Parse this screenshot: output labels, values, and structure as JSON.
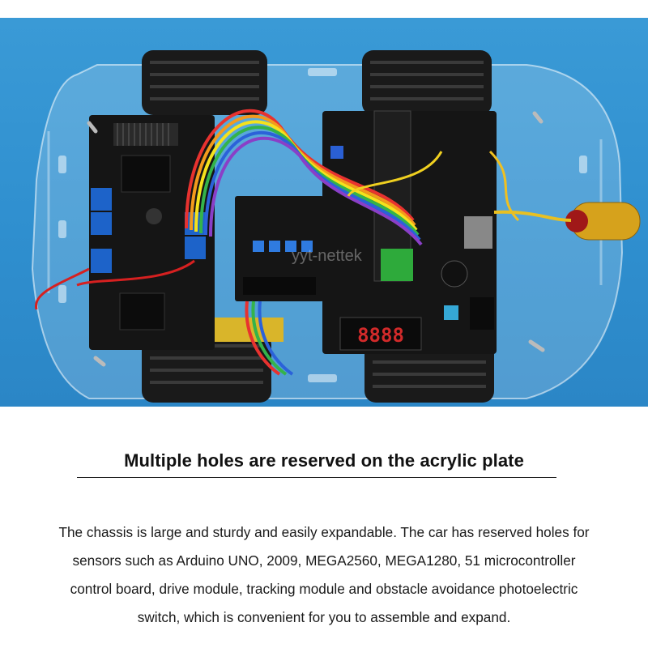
{
  "product_photo": {
    "icons": [
      "robot-car-chassis",
      "wheel",
      "motor-driver-board",
      "microcontroller-board",
      "ribbon-cable",
      "photoelectric-sensor",
      "segment-display"
    ],
    "display_digits": "8888",
    "watermark": "yyt-nettek"
  },
  "headline": "Multiple holes are reserved on the acrylic plate",
  "description_lines": [
    "The chassis is large and sturdy and easily expandable. The car has reserved holes for",
    "sensors such as Arduino UNO, 2009, MEGA2560, MEGA1280, 51 microcontroller",
    "control board, drive module, tracking module and obstacle avoidance photoelectric",
    "switch, which is convenient for you to assemble and expand."
  ],
  "colors": {
    "background_blue": "#2f8fcf",
    "pcb_black": "#151515",
    "terminal_blue": "#1d63c9",
    "wheel_black": "#1a1a1a"
  }
}
